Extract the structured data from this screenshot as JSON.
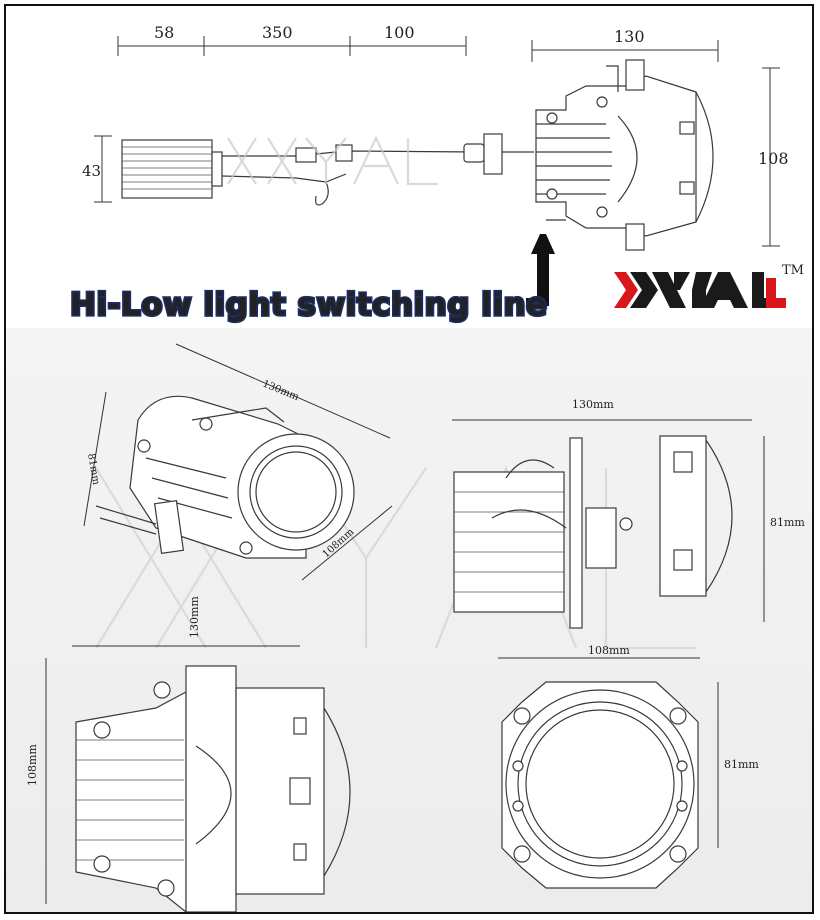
{
  "top_dimensions": {
    "d1": "58",
    "d2": "350",
    "d3": "100",
    "d4": "130",
    "height_left": "43",
    "height_right": "108"
  },
  "switch_label": "Hi-Low light switching line",
  "brand": {
    "logo_text": "XYAL",
    "trademark": "TM",
    "colors": {
      "main": "#1a1a1a",
      "accent": "#d8161b"
    }
  },
  "text_color": "#2d3e78",
  "views": {
    "iso": {
      "length": "130mm",
      "height": "81mm",
      "width": "108mm"
    },
    "side": {
      "length": "130mm",
      "height": "81mm"
    },
    "top": {
      "length": "130mm",
      "height": "108mm"
    },
    "front": {
      "width": "108mm",
      "height": "81mm"
    }
  }
}
